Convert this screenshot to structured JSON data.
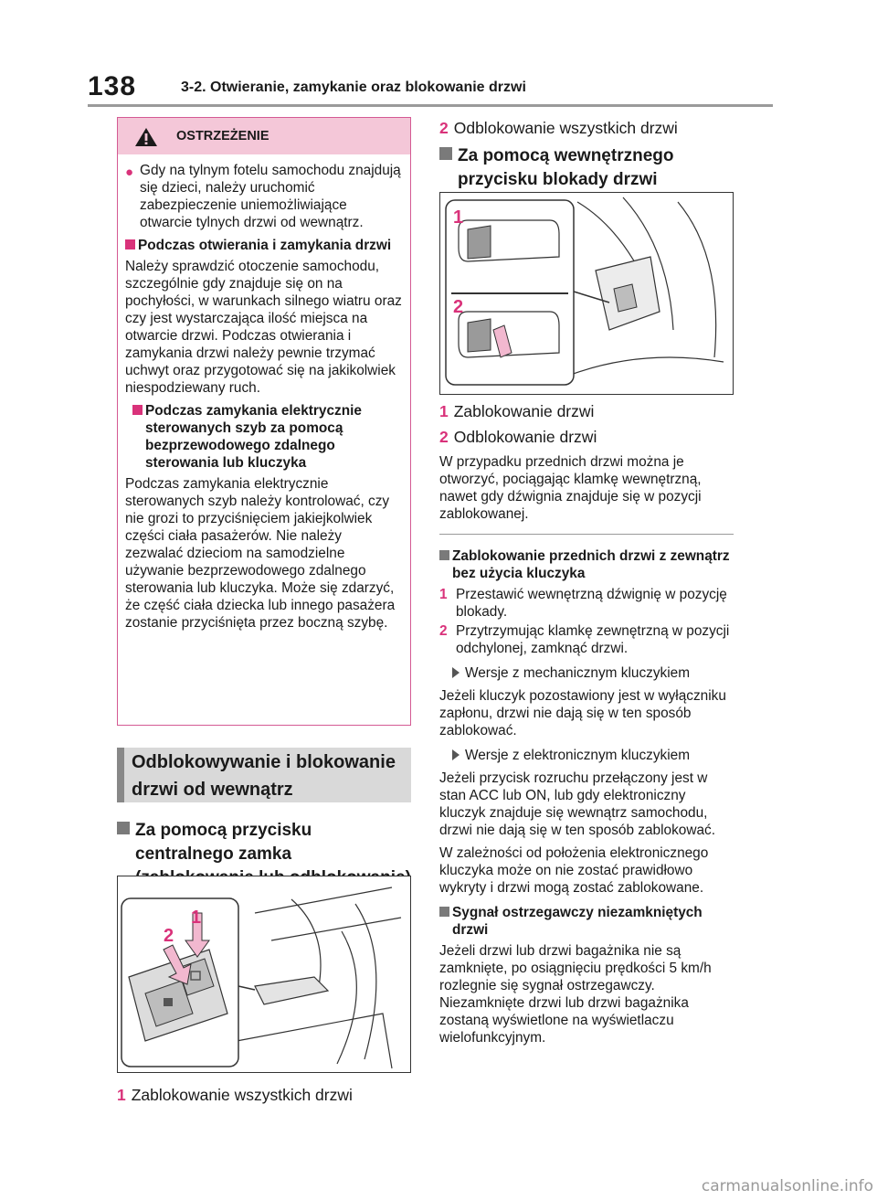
{
  "header": {
    "page_number": "138",
    "section_title": "3-2. Otwieranie, zamykanie oraz blokowanie drzwi"
  },
  "warning": {
    "title": "OSTRZEŻENIE",
    "bullet1": "Gdy na tylnym fotelu samochodu znajdują się dzieci, należy uruchomić zabezpieczenie uniemożliwiające otwarcie tylnych drzwi od wewnątrz.",
    "sub1_title": "Podczas otwierania i zamykania drzwi",
    "sub1_text": "Należy sprawdzić otoczenie samochodu, szczególnie gdy znajduje się on na pochyłości, w warunkach silnego wiatru oraz czy jest wystarczająca ilość miejsca na otwarcie drzwi. Podczas otwierania i zamykania drzwi należy pewnie trzymać uchwyt oraz przygotować się na jakikolwiek niespodziewany ruch.",
    "sub2_title": "Podczas zamykania elektrycznie sterowanych szyb za pomocą bezprzewodowego zdalnego sterowania lub kluczyka",
    "sub2_text": "Podczas zamykania elektrycznie sterowanych szyb należy kontrolować, czy nie grozi to przyciśnięciem jakiejkolwiek części ciała pasażerów. Nie należy zezwalać dzieciom na samodzielne używanie bezprzewodowego zdalnego sterowania lub kluczyka. Może się zdarzyć, że część ciała dziecka lub innego pasażera zostanie przyciśnięta przez boczną szybę."
  },
  "banner": {
    "line1": "Odblokowywanie i blokowanie",
    "line2": "drzwi od wewnątrz"
  },
  "central_lock": {
    "heading": "Za pomocą przycisku centralnego zamka (zablokowanie lub odblokowanie)",
    "fig_label1": "1",
    "fig_label2": "2",
    "item1_num": "1",
    "item1_text": "Zablokowanie wszystkich drzwi",
    "item2_num": "2",
    "item2_text": "Odblokowanie wszystkich drzwi"
  },
  "inner_button": {
    "heading": "Za pomocą wewnętrznego przycisku blokady drzwi",
    "fig_label1": "1",
    "fig_label2": "2",
    "item1_num": "1",
    "item1_text": "Zablokowanie drzwi",
    "item2_num": "2",
    "item2_text": "Odblokowanie drzwi",
    "note": "W przypadku przednich drzwi można je otworzyć, pociągając klamkę wewnętrzną, nawet gdy dźwignia znajduje się w pozycji zablokowanej."
  },
  "front_lock": {
    "heading": "Zablokowanie przednich drzwi z zewnątrz bez użycia kluczyka",
    "step1_num": "1",
    "step1": "Przestawić wewnętrzną dźwignię w pozycję blokady.",
    "step2_num": "2",
    "step2": "Przytrzymując klamkę zewnętrzną w pozycji odchylonej, zamknąć drzwi.",
    "variant1": "Wersje z mechanicznym kluczykiem",
    "variant1_text": "Jeżeli kluczyk pozostawiony jest w wyłączniku zapłonu, drzwi nie dają się w ten sposób zablokować.",
    "variant2": "Wersje z elektronicznym kluczykiem",
    "variant2_text1": "Jeżeli przycisk rozruchu przełączony jest w stan ACC lub ON, lub gdy elektroniczny kluczyk znajduje się wewnątrz samochodu, drzwi nie dają się w ten sposób zablokować.",
    "variant2_text2": "W zależności od położenia elektronicznego kluczyka może on nie zostać prawidłowo wykryty i drzwi mogą zostać zablokowane."
  },
  "alarm": {
    "heading": "Sygnał ostrzegawczy niezamkniętych drzwi",
    "text": "Jeżeli drzwi lub drzwi bagażnika nie są zamknięte, po osiągnięciu prędkości 5 km/h rozlegnie się sygnał ostrzegawczy. Niezamknięte drzwi lub drzwi bagażnika zostaną wyświetlone na wyświetlaczu wielofunkcyjnym."
  },
  "footer": {
    "text": "carmanualsonline.info"
  },
  "colors": {
    "accent": "#d9327a",
    "warning_bg": "#f4c7d8",
    "banner_bg": "#d9d9d9"
  }
}
